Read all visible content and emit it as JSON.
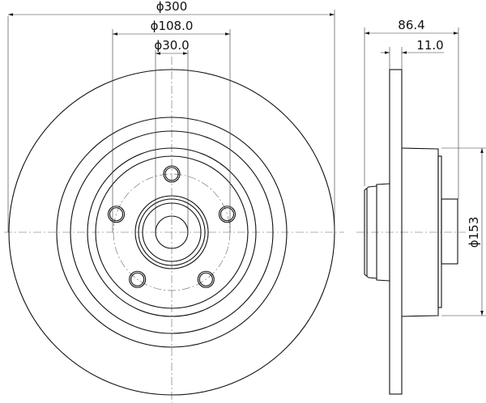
{
  "dimensions": {
    "outer_diameter": "ϕ300",
    "bolt_circle_diameter": "ϕ108.0",
    "center_bore_diameter": "ϕ30.0",
    "overall_height": "86.4",
    "disc_thickness": "11.0",
    "hub_diameter": "ϕ153"
  },
  "bolt_holes": 5,
  "colors": {
    "line": "#111111",
    "background": "#ffffff"
  }
}
